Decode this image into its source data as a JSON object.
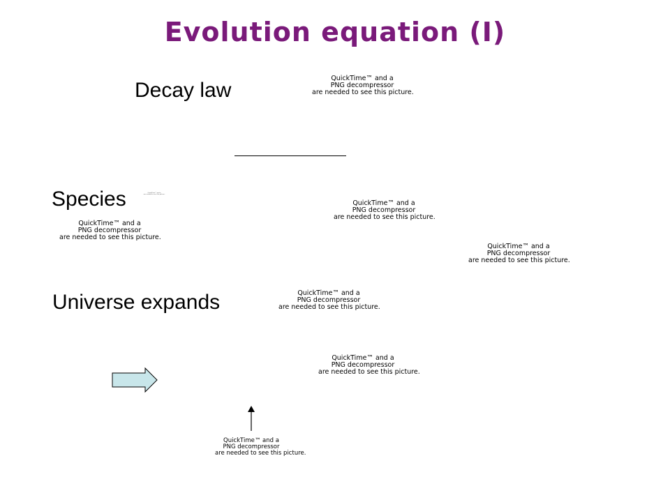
{
  "slide": {
    "title": "Evolution equation (I)",
    "labels": {
      "decay_law": "Decay law",
      "species": "Species",
      "universe_expands": "Universe expands"
    },
    "placeholder": {
      "line1": "QuickTime™ and a",
      "line2": "PNG decompressor",
      "line3": "are needed to see this picture."
    },
    "colors": {
      "title": "#7a1a7a",
      "arrow_fill": "#c8e6ea",
      "arrow_stroke": "#000000"
    }
  }
}
